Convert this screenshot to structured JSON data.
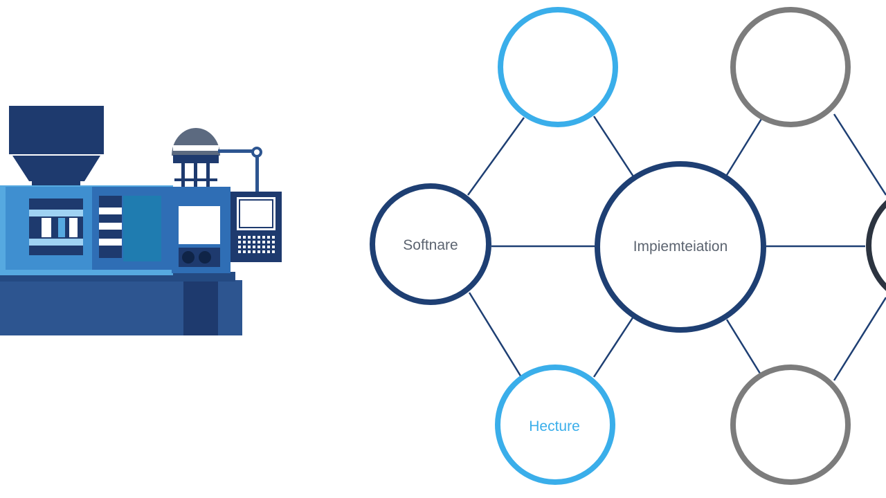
{
  "colors": {
    "navy": "#1e3f73",
    "light_blue": "#3aaeea",
    "gray": "#7c7c7c",
    "dark_text": "#5c6470",
    "machine_dark": "#1e3a6e",
    "machine_mid": "#2f6eb5",
    "machine_light": "#56a9e0",
    "machine_base": "#2d5590"
  },
  "illustration": {
    "name": "injection-molding-machine",
    "icon": "industrial-machine-icon"
  },
  "diagram": {
    "nodes": [
      {
        "id": "top-left",
        "label": "",
        "style": "light_blue"
      },
      {
        "id": "top-right",
        "label": "",
        "style": "gray"
      },
      {
        "id": "left",
        "label": "Softnare",
        "style": "navy"
      },
      {
        "id": "center",
        "label": "Impiemteiation",
        "style": "navy"
      },
      {
        "id": "right-partial",
        "label": "",
        "style": "dark"
      },
      {
        "id": "bottom-left",
        "label": "Hecture",
        "style": "light_blue"
      },
      {
        "id": "bottom-right",
        "label": "",
        "style": "gray"
      }
    ],
    "edges": [
      [
        "left",
        "top-left"
      ],
      [
        "top-left",
        "center"
      ],
      [
        "left",
        "center"
      ],
      [
        "left",
        "bottom-left"
      ],
      [
        "bottom-left",
        "center"
      ],
      [
        "center",
        "top-right"
      ],
      [
        "top-right",
        "right-partial"
      ],
      [
        "center",
        "right-partial"
      ],
      [
        "center",
        "bottom-right"
      ],
      [
        "bottom-right",
        "right-partial"
      ]
    ]
  }
}
